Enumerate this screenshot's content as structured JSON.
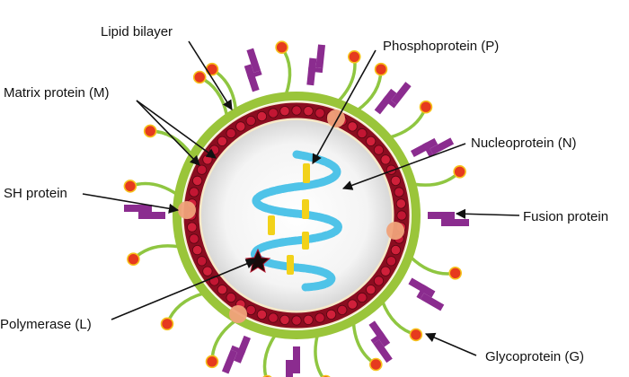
{
  "labels": {
    "lipid_bilayer": "Lipid bilayer",
    "phosphoprotein": "Phosphoprotein (P)",
    "matrix_protein": "Matrix protein (M)",
    "nucleoprotein": "Nucleoprotein (N)",
    "sh_protein": "SH protein",
    "fusion_protein": "Fusion protein",
    "polymerase": "Polymerase (L)",
    "glycoprotein": "Glycoprotein (G)"
  },
  "colors": {
    "envelope": "#9ac53a",
    "matrix": "#b0122a",
    "glycoprotein_stalk": "#8fc641",
    "glycoprotein_head": "#e63a1e",
    "fusion_protein": "#8b2c8f",
    "sh_protein": "#f0a27a",
    "nucleoprotein": "#4fc3e8",
    "phosphoprotein": "#f2d21a",
    "polymerase": "#111111"
  }
}
